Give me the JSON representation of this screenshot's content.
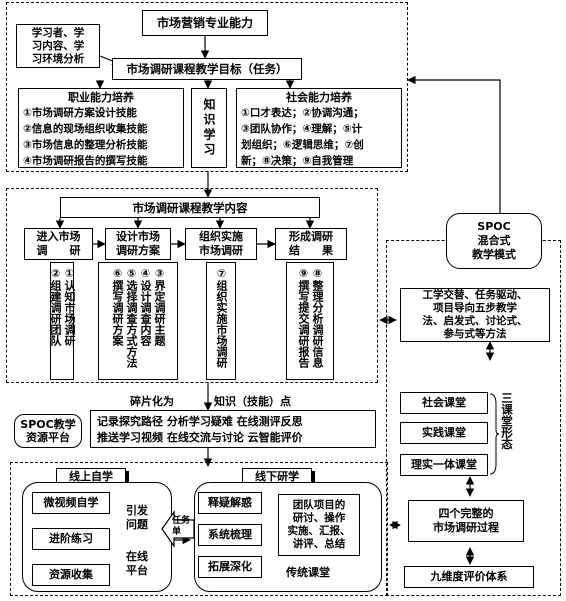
{
  "top": {
    "core_ability": "市场营销专业能力",
    "analysis": "学习者、学\n习内容、学\n习环境分析",
    "goal_title": "市场调研课程教学目标（任务）",
    "vocational": {
      "title": "职业能力培养",
      "items": [
        "①市场调研方案设计技能",
        "②信息的现场组织收集技能",
        "③市场信息的整理分析技能",
        "④市场调研报告的撰写技能"
      ]
    },
    "knowledge": "知识学习",
    "social": {
      "title": "社会能力培养",
      "text": "①口才表达；②协调沟通；\n③团队协作；④理解；⑤计\n划组织；⑥逻辑思维；⑦创\n新；⑧决策；⑨自我管理"
    }
  },
  "content": {
    "title": "市场调研课程教学内容",
    "stages": [
      {
        "label": "进入市场\n调　　研",
        "tasks": [
          "①认知市场调研",
          "②组建调研团队"
        ]
      },
      {
        "label": "设计市场\n调研方案",
        "tasks": [
          "③界定调研主题",
          "④设计调查内容",
          "⑤选择调查方式方法",
          "⑥撰写调研方案"
        ]
      },
      {
        "label": "组织实施\n市场调研",
        "tasks": [
          "⑦组织实施市场调研"
        ]
      },
      {
        "label": "形成调研\n结　　果",
        "tasks": [
          "⑧整理分析调研信息",
          "⑨撰写提交调研报告"
        ]
      }
    ],
    "fragment": "碎片化为",
    "knowledge_point": "知识（技能）点"
  },
  "spoc_platform": {
    "label": "SPOC教学\n资源平台",
    "activities": "记录探究路径  分析学习疑难  在线测评反思\n推送学习视频  在线交流与讨论  云智能评价"
  },
  "bottom": {
    "online_title": "线上自学",
    "offline_title": "线下研学",
    "online_items": [
      "微视频自学",
      "进阶练习",
      "资源收集"
    ],
    "trigger": "引发\n问题",
    "platform": "在线\n平台",
    "task_arrow": "任务\n单",
    "offline_items": [
      "释疑解惑",
      "系统梳理",
      "拓展深化"
    ],
    "team_project": "团队项目的\n研讨、操作\n实施、汇报、\n讲评、总结",
    "traditional": "传统课堂"
  },
  "right": {
    "spoc_mode": "SPOC\n混合式\n教学模式",
    "methods": "工学交替、任务驱动、\n项目导向五步教学\n法、启发式、讨论式、\n参与式等方法",
    "classrooms": [
      "社会课堂",
      "实践课堂",
      "理实一体课堂"
    ],
    "three_forms": "三课堂形态",
    "process": "四个完整的\n市场调研过程",
    "evaluation": "九维度评价体系"
  }
}
